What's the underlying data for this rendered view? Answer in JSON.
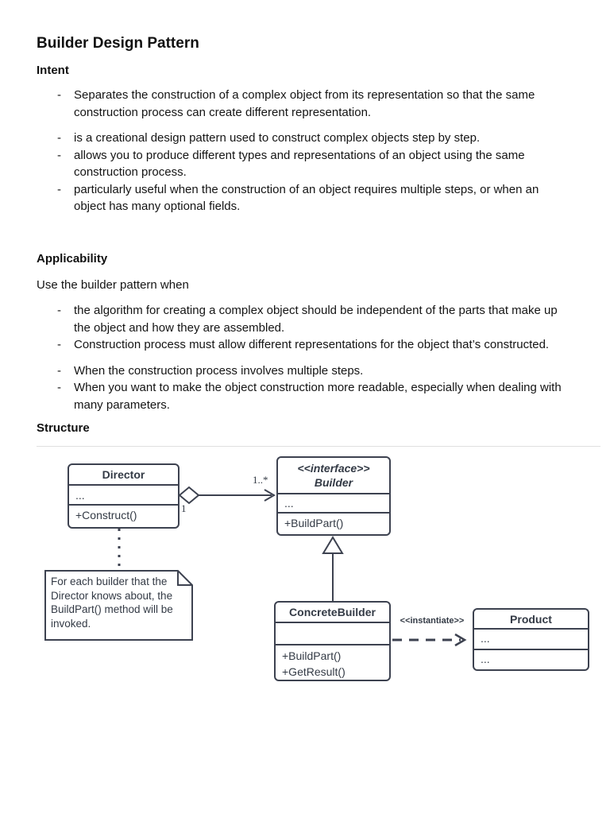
{
  "document": {
    "title": "Builder Design Pattern",
    "intent": {
      "heading": "Intent",
      "group1": [
        "Separates the construction of a complex object from its representation so that the same construction process can create different representation."
      ],
      "group2": [
        "is a creational design pattern used to construct complex objects step by step.",
        "allows you to produce different types and representations of an object using the same construction process.",
        "particularly useful when the construction of an object requires multiple steps, or when an object has many optional fields."
      ]
    },
    "applicability": {
      "heading": "Applicability",
      "intro": "Use the builder pattern when",
      "group1": [
        "the algorithm for creating a complex object should be independent of the parts that make up the object and how they are assembled.",
        "Construction process must allow different representations for the object that’s constructed."
      ],
      "group2": [
        "When the construction process involves multiple steps.",
        "When you want to make the object construction more readable, especially when dealing with many parameters."
      ]
    },
    "structure": {
      "heading": "Structure"
    }
  },
  "diagram": {
    "director": {
      "name": "Director",
      "attributes": "...",
      "method": "+Construct()"
    },
    "builder": {
      "stereotype": "<<interface>>",
      "name": "Builder",
      "attributes": "...",
      "method": "+BuildPart()"
    },
    "concrete_builder": {
      "name": "ConcreteBuilder",
      "method1": "+BuildPart()",
      "method2": "+GetResult()"
    },
    "product": {
      "name": "Product",
      "row1": "...",
      "row2": "..."
    },
    "note": "For each builder that the Director knows about, the BuildPart() method will be invoked.",
    "labels": {
      "multiplicity_many": "1..*",
      "multiplicity_one": "1",
      "instantiate": "<<instantiate>>"
    },
    "colors": {
      "line": "#3d4250",
      "text": "#333a45"
    }
  }
}
